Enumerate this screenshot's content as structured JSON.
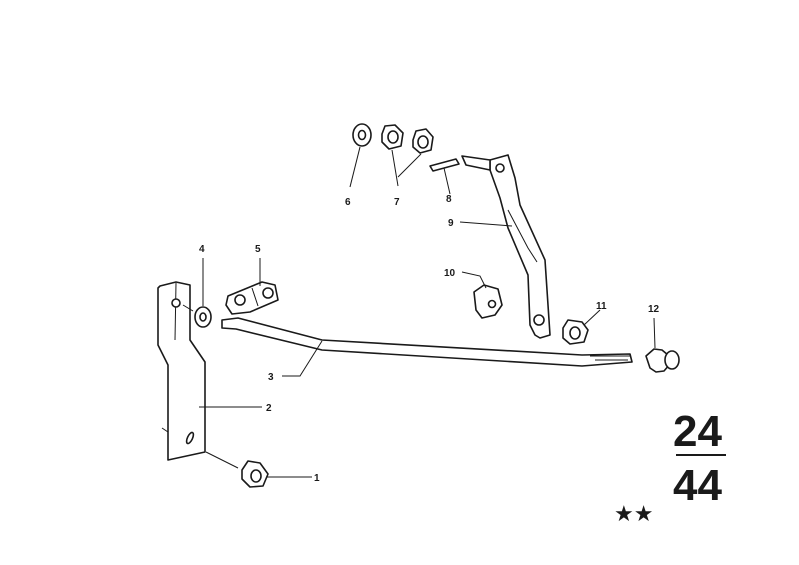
{
  "callouts": {
    "c1": "1",
    "c2": "2",
    "c3": "3",
    "c4": "4",
    "c5": "5",
    "c6": "6",
    "c7": "7",
    "c8": "8",
    "c9": "9",
    "c10": "10",
    "c11": "11",
    "c12": "12"
  },
  "group": {
    "top": "24",
    "bottom": "44"
  },
  "marks": "★★"
}
